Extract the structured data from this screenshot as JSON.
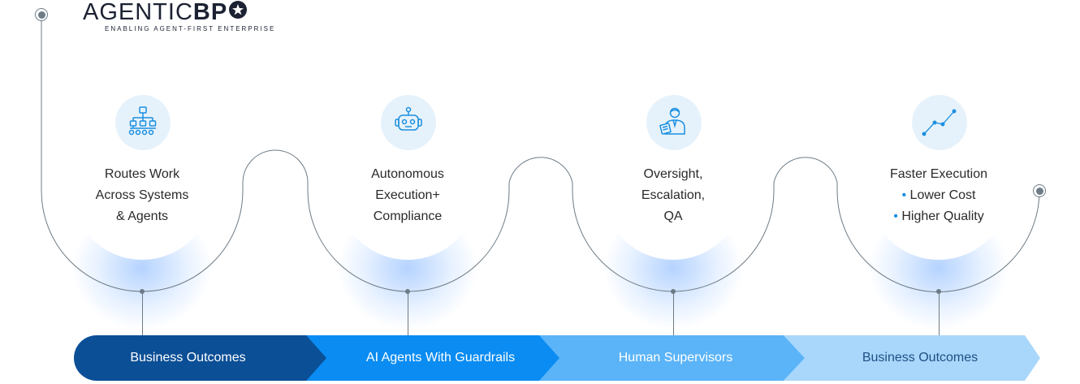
{
  "logo": {
    "name_thin": "AGENTIC",
    "name_bold": "BP",
    "tagline": "ENABLING AGENT-FIRST ENTERPRISE"
  },
  "steps": [
    {
      "icon": "org-chart-icon",
      "lines": [
        "Routes Work",
        "Across Systems",
        "& Agents"
      ]
    },
    {
      "icon": "robot-icon",
      "lines": [
        "Autonomous",
        "Execution+",
        "Compliance"
      ]
    },
    {
      "icon": "supervisor-icon",
      "lines": [
        "Oversight,",
        "Escalation,",
        "QA"
      ]
    },
    {
      "icon": "trend-line-icon",
      "lines": [
        "Faster Execution",
        "• Lower Cost",
        "• Higher Quality"
      ]
    }
  ],
  "bands": [
    {
      "label": "Business Outcomes",
      "color": "#0b4f96"
    },
    {
      "label": "AI Agents With Guardrails",
      "color": "#0a8cf2"
    },
    {
      "label": "Human Supervisors",
      "color": "#5bb4f8"
    },
    {
      "label": "Business Outcomes",
      "color": "#a9d7fb"
    }
  ],
  "colors": {
    "line": "#6d7b86",
    "icon": "#1a8fe0",
    "icon_bg": "#e6f2fb",
    "text": "#2a2a2a",
    "bullet": "#1a8fe0"
  }
}
